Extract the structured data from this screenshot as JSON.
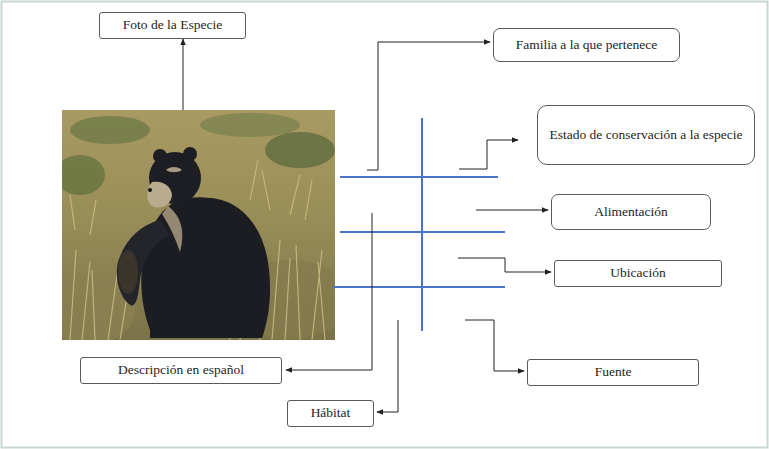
{
  "diagram": {
    "nodes": [
      {
        "text": [
          "Foto de la Especie"
        ]
      },
      {
        "text": [
          "Familia a la que pertenece"
        ]
      },
      {
        "text": [
          "Estado de conservación a la especie"
        ]
      },
      {
        "text": [
          "Alimentación"
        ]
      },
      {
        "text": [
          "Ubicación"
        ]
      },
      {
        "text": [
          "Descripción en español"
        ]
      },
      {
        "text": [
          "Fuente"
        ]
      },
      {
        "text": [
          "Hábitat"
        ]
      }
    ]
  }
}
